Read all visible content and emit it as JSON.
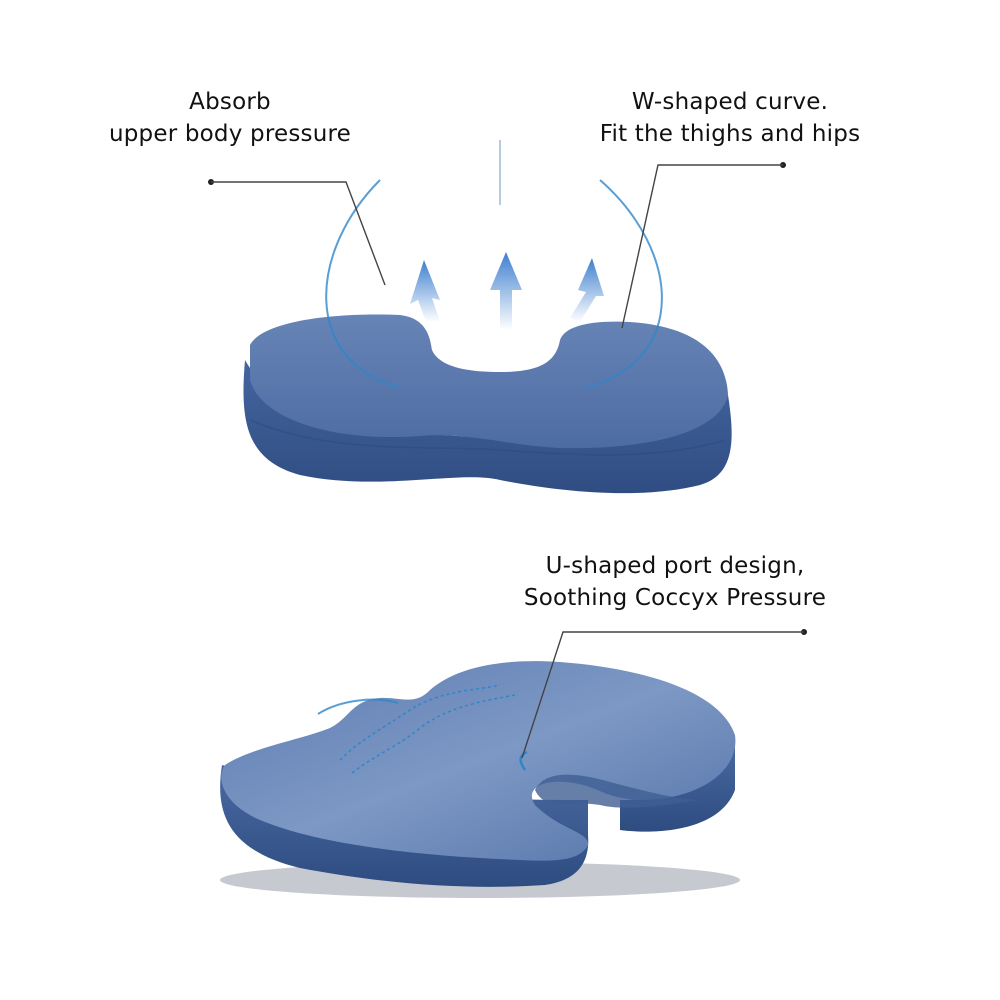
{
  "annotations": {
    "top_left": {
      "line1": "Absorb",
      "line2": "upper body pressure"
    },
    "top_right": {
      "line1": "W-shaped curve.",
      "line2": "Fit the thighs and hips"
    },
    "bottom_right": {
      "line1": "U-shaped port design,",
      "line2": "Soothing Coccyx Pressure"
    }
  },
  "products": {
    "top": {
      "name": "seat-cushion-front-view",
      "arrows": 3,
      "color": "#3e5f94"
    },
    "bottom": {
      "name": "seat-cushion-angled-view",
      "color": "#3e5f94"
    }
  },
  "colors": {
    "cushion_top": "#5b7bae",
    "cushion_side": "#3b5b8f",
    "accent_line": "#2f86c9",
    "leader_line": "#333333"
  }
}
